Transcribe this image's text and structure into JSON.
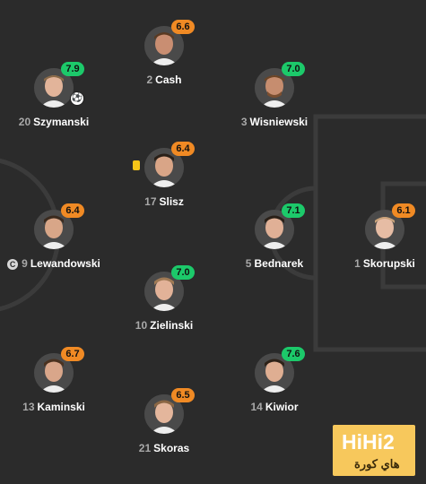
{
  "players": [
    {
      "id": "cash",
      "number": "2",
      "name": "Cash",
      "rating": "6.6",
      "rating_color": "orange"
    },
    {
      "id": "szymanski",
      "number": "20",
      "name": "Szymanski",
      "rating": "7.9",
      "rating_color": "green",
      "goal": true
    },
    {
      "id": "wisniewski",
      "number": "3",
      "name": "Wisniewski",
      "rating": "7.0",
      "rating_color": "green"
    },
    {
      "id": "slisz",
      "number": "17",
      "name": "Slisz",
      "rating": "6.4",
      "rating_color": "orange",
      "yellow_card": true
    },
    {
      "id": "lewandowski",
      "number": "9",
      "name": "Lewandowski",
      "rating": "6.4",
      "rating_color": "orange",
      "captain": true,
      "captain_badge": "C"
    },
    {
      "id": "bednarek",
      "number": "5",
      "name": "Bednarek",
      "rating": "7.1",
      "rating_color": "green"
    },
    {
      "id": "skorupski",
      "number": "1",
      "name": "Skorupski",
      "rating": "6.1",
      "rating_color": "orange"
    },
    {
      "id": "zielinski",
      "number": "10",
      "name": "Zielinski",
      "rating": "7.0",
      "rating_color": "green"
    },
    {
      "id": "kaminski",
      "number": "13",
      "name": "Kaminski",
      "rating": "6.7",
      "rating_color": "orange"
    },
    {
      "id": "kiwior",
      "number": "14",
      "name": "Kiwior",
      "rating": "7.6",
      "rating_color": "green"
    },
    {
      "id": "skoras",
      "number": "21",
      "name": "Skoras",
      "rating": "6.5",
      "rating_color": "orange"
    }
  ],
  "colors": {
    "background": "#2b2b2b",
    "pitch_lines": "#3b3b3b",
    "rating_green": "#1cc96a",
    "rating_orange": "#f08a24",
    "yellow_card": "#f5c518",
    "watermark": "#f7c85c"
  },
  "watermark": {
    "brand": "HiHi2",
    "arabic": "هاي كورة"
  }
}
